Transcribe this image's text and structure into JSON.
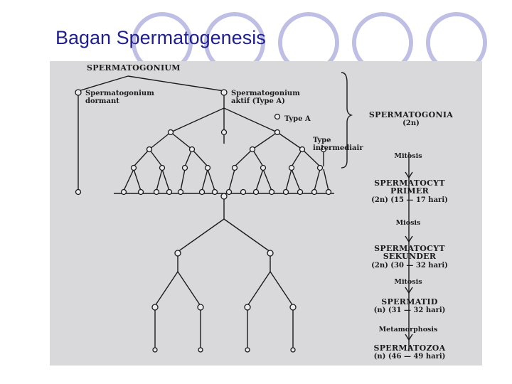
{
  "slide": {
    "title": "Bagan Spermatogenesis"
  },
  "diagram": {
    "top_label": "SPERMATOGONIUM",
    "dormant": "Spermatogonium\ndormant",
    "aktif": "Spermatogonium\naktif (Type A)",
    "type_a": "Type A",
    "type_intermediar": "Type\nintermediair",
    "stages": [
      {
        "name": "SPERMATOGONIA",
        "detail": "(2n)"
      },
      {
        "name": "SPERMATOCYT\nPRIMER",
        "detail": "(2n) (15 — 17 hari)"
      },
      {
        "name": "SPERMATOCYT\nSEKUNDER",
        "detail": "(2n) (30 — 32 hari)"
      },
      {
        "name": "SPERMATID",
        "detail": "(n) (31 — 32 hari)"
      },
      {
        "name": "SPERMATOZOA",
        "detail": "(n) (46 — 49 hari)"
      }
    ],
    "processes": [
      "Mitosis",
      "Miosis",
      "Mitosis",
      "Metamorphosis"
    ]
  },
  "colors": {
    "title": "#1f1f8f",
    "circle_stroke": "#bfbfe6",
    "scan_bg": "#d9d9dc",
    "ink": "#1b1b1b"
  }
}
